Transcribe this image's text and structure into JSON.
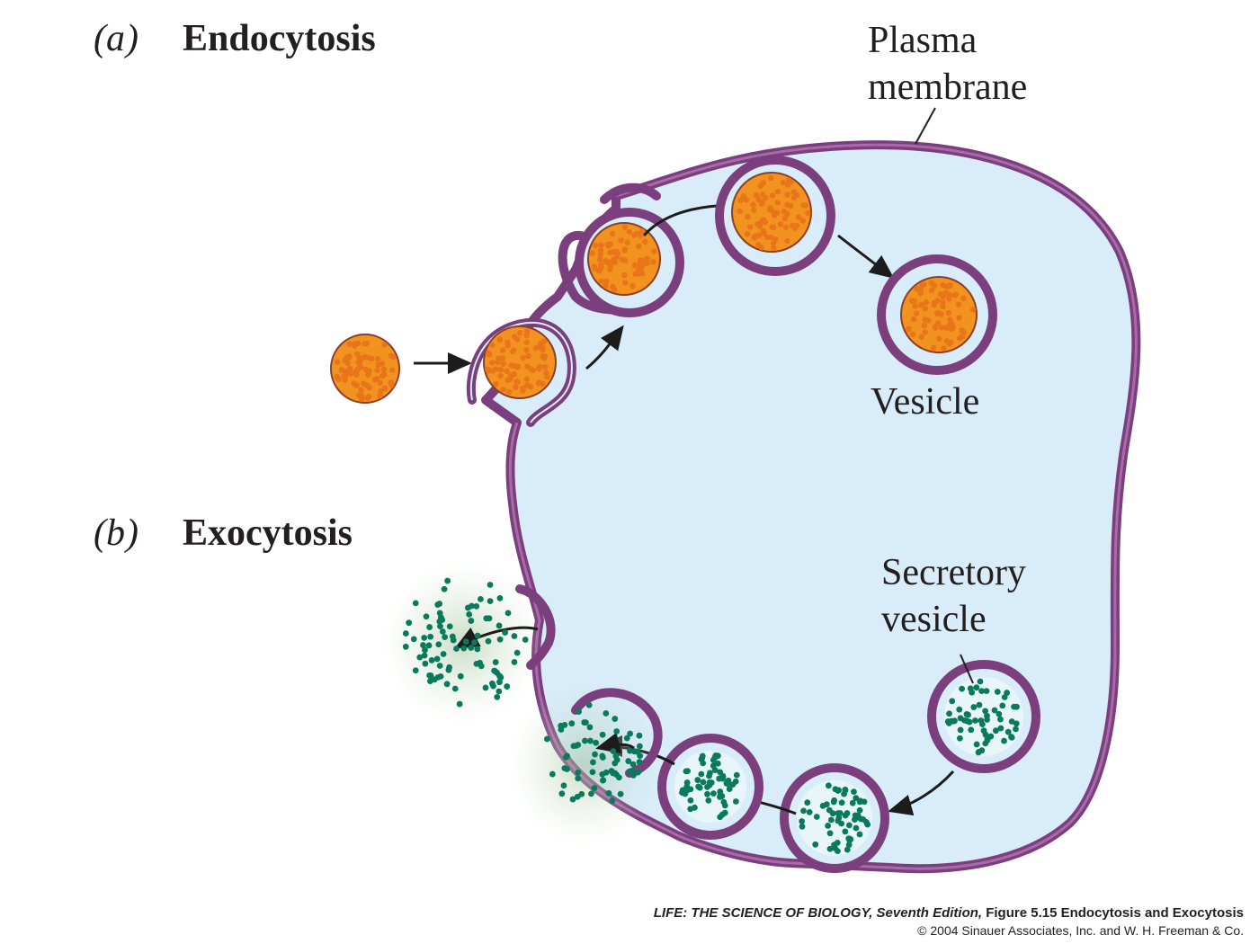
{
  "panel_a": {
    "letter": "a",
    "title": "Endocytosis"
  },
  "panel_b": {
    "letter": "b",
    "title": "Exocytosis"
  },
  "labels": {
    "plasma_membrane_line1": "Plasma",
    "plasma_membrane_line2": "membrane",
    "vesicle": "Vesicle",
    "secretory_line1": "Secretory",
    "secretory_line2": "vesicle"
  },
  "credit": {
    "book": "LIFE: THE SCIENCE OF BIOLOGY, Seventh Edition,",
    "figure": " Figure 5.15 Endocytosis and Exocytosis",
    "copyright": "© 2004 Sinauer Associates, Inc. and W. H. Freeman & Co."
  },
  "colors": {
    "membrane": "#7b3f7e",
    "cytoplasm": "#d8ecfa",
    "particle_fill": "#f2921f",
    "particle_dot": "#e8751a",
    "particle_bg": "#f8d7a8",
    "secretion_dot": "#0a7a5c",
    "secretion_halo": "#b9d3b3",
    "arrow": "#1c1c1c"
  }
}
